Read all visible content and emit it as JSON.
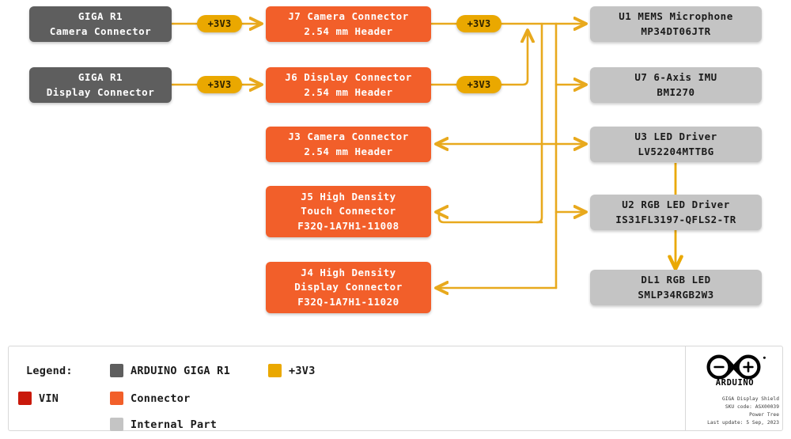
{
  "diagram": {
    "title": "GIGA Display Shield Power Tree",
    "colors": {
      "source": "#5e5e5e",
      "connector": "#f25f2a",
      "internal": "#c4c4c4",
      "rail_3v3": "#eaa800",
      "vin": "#c9190b",
      "wire": "#e8a91d",
      "background": "#ffffff"
    },
    "sources": [
      {
        "id": "giga-camera",
        "line1": "GIGA R1",
        "line2": "Camera Connector"
      },
      {
        "id": "giga-display",
        "line1": "GIGA R1",
        "line2": "Display Connector"
      }
    ],
    "rails": [
      {
        "id": "rail-j7-in",
        "label": "+3V3"
      },
      {
        "id": "rail-j6-in",
        "label": "+3V3"
      },
      {
        "id": "rail-j7-out",
        "label": "+3V3"
      },
      {
        "id": "rail-j6-out",
        "label": "+3V3"
      }
    ],
    "connectors": [
      {
        "id": "j7",
        "line1": "J7 Camera Connector",
        "line2": "2.54 mm Header",
        "line3": ""
      },
      {
        "id": "j6",
        "line1": "J6 Display Connector",
        "line2": "2.54 mm Header",
        "line3": ""
      },
      {
        "id": "j3",
        "line1": "J3 Camera Connector",
        "line2": "2.54 mm Header",
        "line3": ""
      },
      {
        "id": "j5",
        "line1": "J5 High Density",
        "line2": "Touch Connector",
        "line3": "F32Q-1A7H1-11008"
      },
      {
        "id": "j4",
        "line1": "J4 High Density",
        "line2": "Display Connector",
        "line3": "F32Q-1A7H1-11020"
      }
    ],
    "internal_parts": [
      {
        "id": "u1",
        "line1": "U1 MEMS Microphone",
        "line2": "MP34DT06JTR"
      },
      {
        "id": "u7",
        "line1": "U7 6-Axis IMU",
        "line2": "BMI270"
      },
      {
        "id": "u3",
        "line1": "U3 LED Driver",
        "line2": "LV52204MTTBG"
      },
      {
        "id": "u2",
        "line1": "U2 RGB LED Driver",
        "line2": "IS31FL3197-QFLS2-TR"
      },
      {
        "id": "dl1",
        "line1": "DL1 RGB LED",
        "line2": "SMLP34RGB2W3"
      }
    ]
  },
  "legend": {
    "title": "Legend:",
    "items": [
      {
        "label": "ARDUINO GIGA R1",
        "color": "#5e5e5e"
      },
      {
        "label": "+3V3",
        "color": "#eaa800"
      },
      {
        "label": "VIN",
        "color": "#c9190b"
      },
      {
        "label": "Connector",
        "color": "#f25f2a"
      },
      {
        "label": "Internal Part",
        "color": "#c4c4c4"
      }
    ]
  },
  "brand": {
    "name": "ARDUINO",
    "meta": [
      "GIGA Display Shield",
      "SKU code: ASX00039",
      "Power Tree",
      "Last update: 5 Sep, 2023"
    ]
  }
}
